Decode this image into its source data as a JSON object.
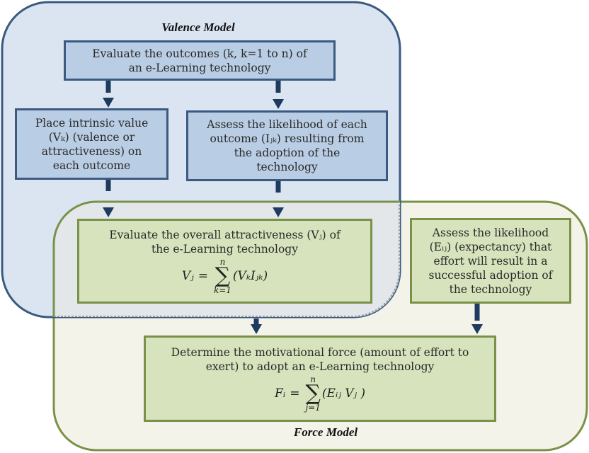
{
  "colors": {
    "valence_region_fill": "#dbe5f1",
    "valence_region_stroke": "#3a5a80",
    "force_region_fill": "#f3f3ea",
    "force_region_stroke": "#7a9148",
    "overlap_fill": "#e3e7ea",
    "blue_box_fill": "#b9cde4",
    "green_box_fill": "#d7e3bc",
    "arrow_color": "#1f3a5f"
  },
  "regions": {
    "valence_model": {
      "label": "Valence Model"
    },
    "force_model": {
      "label": "Force Model"
    }
  },
  "boxes": {
    "evaluate_outcomes": {
      "text": "Evaluate the outcomes (k, k=1 to n) of\nan e-Learning technology"
    },
    "place_intrinsic_value": {
      "text": "Place intrinsic value\n(Vₖ) (valence or\nattractiveness) on\neach outcome"
    },
    "assess_outcome_likelihood": {
      "text": "Assess the likelihood of each\noutcome (Iⱼₖ) resulting from\nthe adoption of the\ntechnology"
    },
    "evaluate_attractiveness": {
      "text": "Evaluate the overall attractiveness (Vⱼ) of\nthe e-Learning technology",
      "formula": {
        "lhs": "Vⱼ",
        "eq": "=",
        "sigma": "∑",
        "upper": "n",
        "lower": "k=1",
        "rhs": "(VₖIⱼₖ)"
      }
    },
    "assess_expectancy": {
      "text": "Assess the likelihood\n(Eᵢⱼ) (expectancy) that\neffort will result in a\nsuccessful adoption of\nthe technology"
    },
    "determine_force": {
      "text": "Determine the motivational force (amount of effort to\nexert) to adopt an e-Learning technology",
      "formula": {
        "lhs": "Fᵢ",
        "eq": "=",
        "sigma": "∑",
        "upper": "n",
        "lower": "j=1",
        "rhs": "(Eᵢⱼ Vⱼ )"
      }
    }
  },
  "edges": [
    {
      "from": "evaluate_outcomes",
      "to": "place_intrinsic_value"
    },
    {
      "from": "evaluate_outcomes",
      "to": "assess_outcome_likelihood"
    },
    {
      "from": "place_intrinsic_value",
      "to": "evaluate_attractiveness"
    },
    {
      "from": "assess_outcome_likelihood",
      "to": "evaluate_attractiveness"
    },
    {
      "from": "evaluate_attractiveness",
      "to": "determine_force"
    },
    {
      "from": "assess_expectancy",
      "to": "determine_force"
    }
  ]
}
